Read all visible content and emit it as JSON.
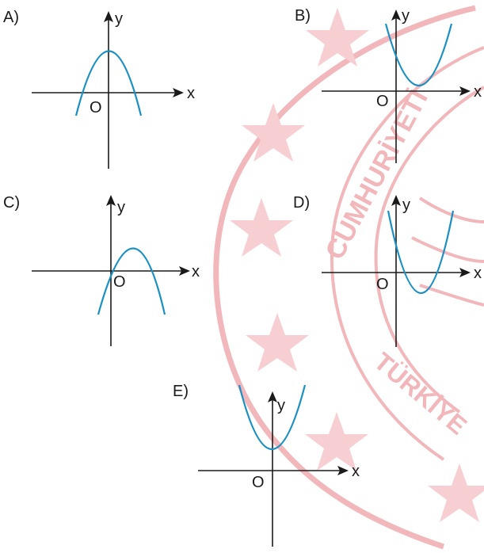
{
  "options": [
    {
      "letter": "A)",
      "x_label": "x",
      "y_label": "y",
      "origin_label": "O"
    },
    {
      "letter": "B)",
      "x_label": "x",
      "y_label": "y",
      "origin_label": "O"
    },
    {
      "letter": "C)",
      "x_label": "x",
      "y_label": "y",
      "origin_label": "O"
    },
    {
      "letter": "D)",
      "x_label": "x",
      "y_label": "y",
      "origin_label": "O"
    },
    {
      "letter": "E)",
      "x_label": "x",
      "y_label": "y",
      "origin_label": "O"
    }
  ],
  "watermark": {
    "text": "CUMHURİYETİ",
    "text2": "TÜRKİYE",
    "color": "#f2b7bb"
  },
  "colors": {
    "curve": "#1a8fc4",
    "axis": "#1a1a1a"
  }
}
